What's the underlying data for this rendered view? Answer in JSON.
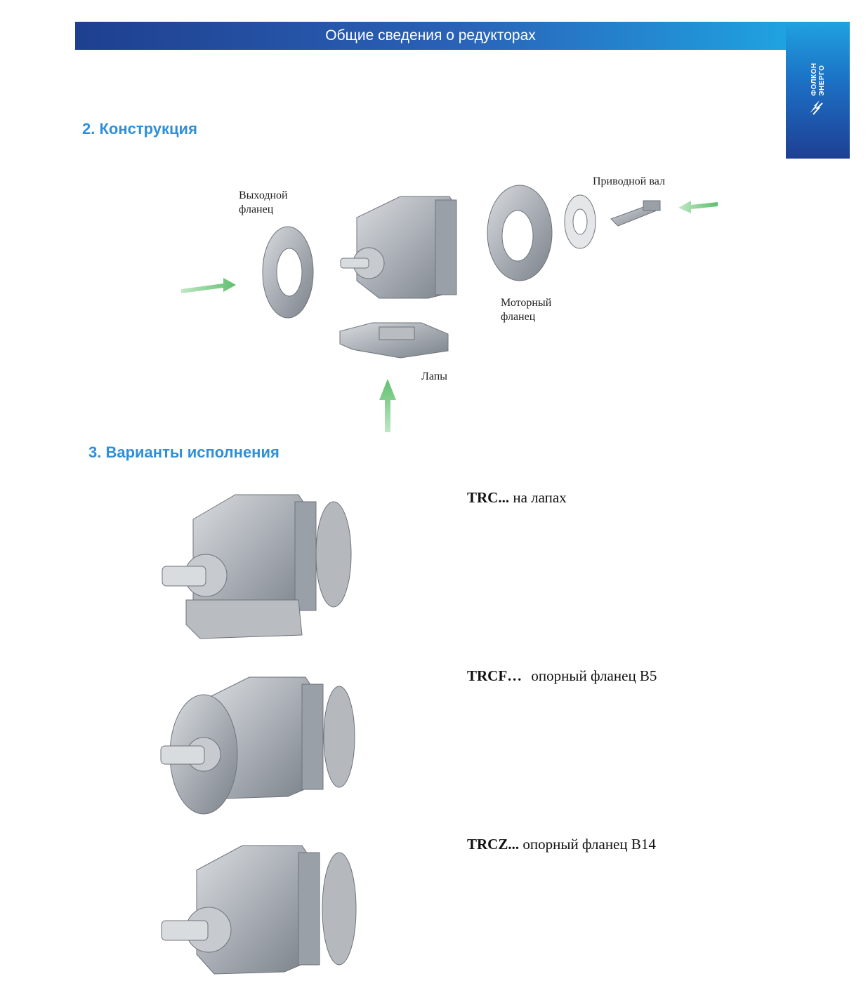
{
  "header": {
    "title": "Общие сведения о редукторах"
  },
  "brand": {
    "line1": "ФОЛКОН",
    "line2": "ЭНЕРГО",
    "icon": "lightning-icon"
  },
  "sections": {
    "construction": "2. Конструкция",
    "variants": "3. Варианты исполнения"
  },
  "diagram_labels": {
    "output_flange_1": "Выходной",
    "output_flange_2": "фланец",
    "drive_shaft": "Приводной вал",
    "motor_flange_1": "Моторный",
    "motor_flange_2": "фланец",
    "feet": "Лапы"
  },
  "variants": [
    {
      "code": "TRC...",
      "desc": "на лапах"
    },
    {
      "code": "TRCF…",
      "desc": "опорный фланец B5"
    },
    {
      "code": "TRCZ...",
      "desc": "опорный фланец B14"
    }
  ],
  "colors": {
    "accent": "#2f8fd8",
    "header_dark": "#1f3f8f",
    "header_light": "#1fa2e0",
    "arrow": "#7fcf8a",
    "metal": "#a9aeb5"
  }
}
